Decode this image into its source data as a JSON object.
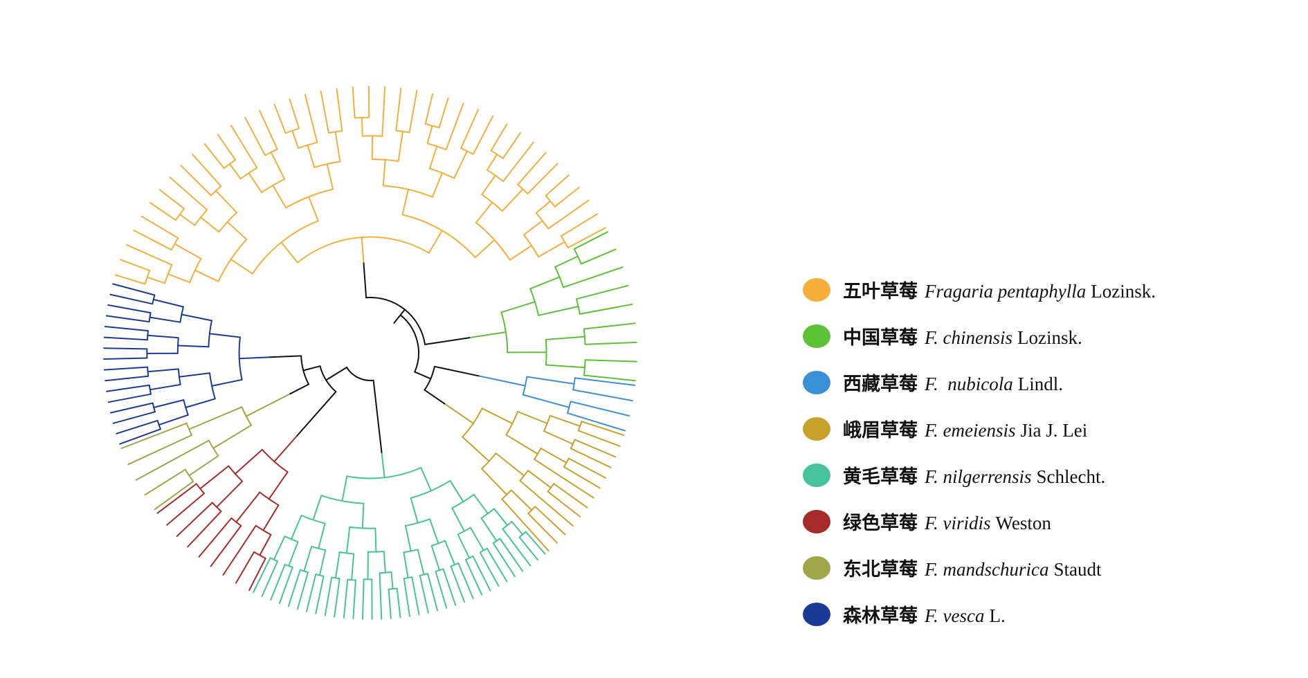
{
  "legend": [
    {
      "cn": "五叶草莓",
      "sci": "Fragaria pentaphylla",
      "author": "Lozinsk.",
      "color": "#F5AE3A"
    },
    {
      "cn": "中国草莓",
      "sci": "F. chinensis",
      "author": "Lozinsk.",
      "color": "#5BC235"
    },
    {
      "cn": "西藏草莓",
      "sci": "F.  nubicola",
      "author": "Lindl.",
      "color": "#3A8FD6"
    },
    {
      "cn": "峨眉草莓",
      "sci": "F. emeiensis",
      "author": "Jia J. Lei",
      "color": "#C9A12A"
    },
    {
      "cn": "黄毛草莓",
      "sci": "F. nilgerrensis",
      "author": "Schlecht.",
      "color": "#46C39A"
    },
    {
      "cn": "绿色草莓",
      "sci": "F. viridis",
      "author": "Weston",
      "color": "#A82B2B"
    },
    {
      "cn": "东北草莓",
      "sci": "F. mandschurica",
      "author": "Staudt",
      "color": "#9FA548"
    },
    {
      "cn": "森林草莓",
      "sci": "F. vesca",
      "author": "L.",
      "color": "#1B3A96"
    }
  ],
  "tree": {
    "backbone_color": "#111111",
    "clades": [
      {
        "species": "五叶草莓",
        "color": "#F5AE3A",
        "leaves": 40
      },
      {
        "species": "中国草莓",
        "color": "#5BC235",
        "leaves": 9
      },
      {
        "species": "西藏草莓",
        "color": "#3A8FD6",
        "leaves": 4
      },
      {
        "species": "峨眉草莓",
        "color": "#C9A12A",
        "leaves": 13
      },
      {
        "species": "黄毛草莓",
        "color": "#46C39A",
        "leaves": 34
      },
      {
        "species": "绿色草莓",
        "color": "#A82B2B",
        "leaves": 9
      },
      {
        "species": "东北草莓",
        "color": "#9FA548",
        "leaves": 5
      },
      {
        "species": "森林草莓",
        "color": "#1B3A96",
        "leaves": 16
      }
    ]
  }
}
